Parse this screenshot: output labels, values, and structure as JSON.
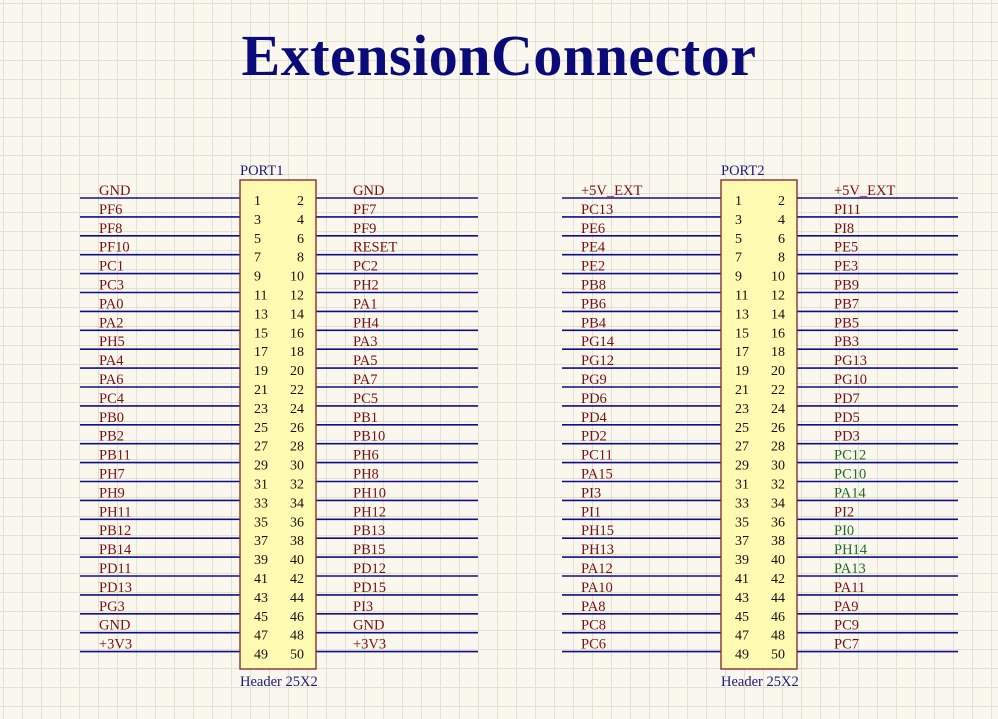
{
  "title": "ExtensionConnector",
  "colors": {
    "signal_default": "#7a1010",
    "signal_highlight": "#1f6e1f",
    "wire": "#0f0f8a",
    "title": "#0a0a78"
  },
  "connectors": [
    {
      "designator": "PORT1",
      "footprint": "Header 25X2",
      "pin_count": 50,
      "left_signals": [
        "GND",
        "PF6",
        "PF8",
        "PF10",
        "PC1",
        "PC3",
        "PA0",
        "PA2",
        "PH5",
        "PA4",
        "PA6",
        "PC4",
        "PB0",
        "PB2",
        "PB11",
        "PH7",
        "PH9",
        "PH11",
        "PB12",
        "PB14",
        "PD11",
        "PD13",
        "PG3",
        "GND",
        "+3V3"
      ],
      "right_signals": [
        "GND",
        "PF7",
        "PF9",
        "RESET",
        "PC2",
        "PH2",
        "PA1",
        "PH4",
        "PA3",
        "PA5",
        "PA7",
        "PC5",
        "PB1",
        "PB10",
        "PH6",
        "PH8",
        "PH10",
        "PH12",
        "PB13",
        "PB15",
        "PD12",
        "PD15",
        "PI3",
        "GND",
        "+3V3"
      ],
      "highlight_right": []
    },
    {
      "designator": "PORT2",
      "footprint": "Header 25X2",
      "pin_count": 50,
      "left_signals": [
        "+5V_EXT",
        "PC13",
        "PE6",
        "PE4",
        "PE2",
        "PB8",
        "PB6",
        "PB4",
        "PG14",
        "PG12",
        "PG9",
        "PD6",
        "PD4",
        "PD2",
        "PC11",
        "PA15",
        "PI3",
        "PI1",
        "PH15",
        "PH13",
        "PA12",
        "PA10",
        "PA8",
        "PC8",
        "PC6"
      ],
      "right_signals": [
        "+5V_EXT",
        "PI11",
        "PI8",
        "PE5",
        "PE3",
        "PB9",
        "PB7",
        "PB5",
        "PB3",
        "PG13",
        "PG10",
        "PD7",
        "PD5",
        "PD3",
        "PC12",
        "PC10",
        "PA14",
        "PI2",
        "PI0",
        "PH14",
        "PA13",
        "PA11",
        "PA9",
        "PC9",
        "PC7"
      ],
      "highlight_right": [
        "PC12",
        "PC10",
        "PA14",
        "PI0",
        "PH14",
        "PA13"
      ]
    }
  ]
}
